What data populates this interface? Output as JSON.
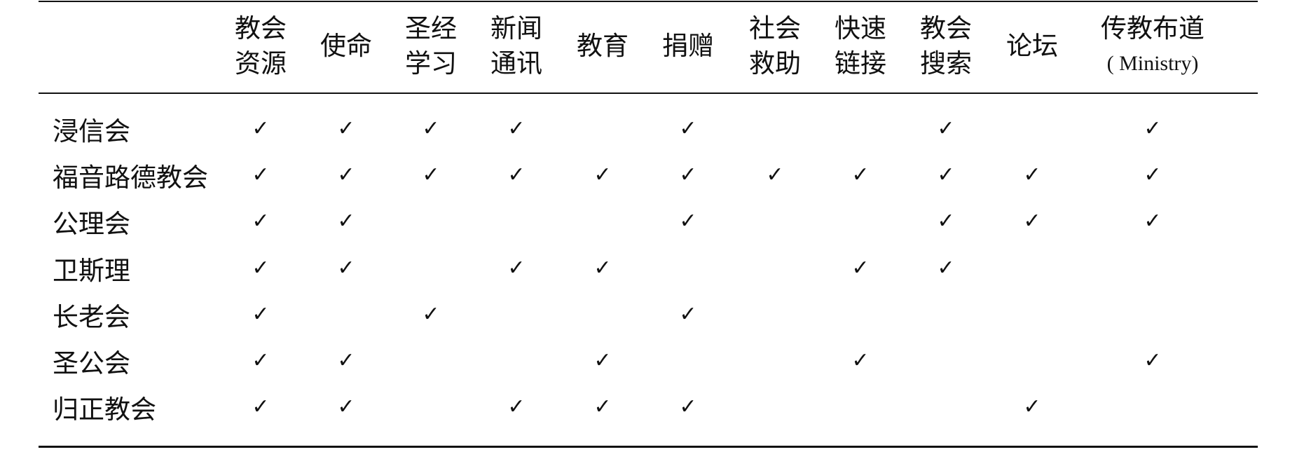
{
  "table": {
    "columns": [
      {
        "line1": "教会",
        "line2": "资源"
      },
      {
        "line1": "使命",
        "line2": ""
      },
      {
        "line1": "圣经",
        "line2": "学习"
      },
      {
        "line1": "新闻",
        "line2": "通讯"
      },
      {
        "line1": "教育",
        "line2": ""
      },
      {
        "line1": "捐赠",
        "line2": ""
      },
      {
        "line1": "社会",
        "line2": "救助"
      },
      {
        "line1": "快速",
        "line2": "链接"
      },
      {
        "line1": "教会",
        "line2": "搜索"
      },
      {
        "line1": "论坛",
        "line2": ""
      },
      {
        "line1": "传教布道",
        "line2": "( Ministry)"
      }
    ],
    "check_symbol": "✓",
    "rows": [
      {
        "label": "浸信会",
        "checks": [
          1,
          1,
          1,
          1,
          0,
          1,
          0,
          0,
          1,
          0,
          1
        ]
      },
      {
        "label": "福音路德教会",
        "checks": [
          1,
          1,
          1,
          1,
          1,
          1,
          1,
          1,
          1,
          1,
          1
        ]
      },
      {
        "label": "公理会",
        "checks": [
          1,
          1,
          0,
          0,
          0,
          1,
          0,
          0,
          1,
          1,
          1
        ]
      },
      {
        "label": "卫斯理",
        "checks": [
          1,
          1,
          0,
          1,
          1,
          0,
          0,
          1,
          1,
          0,
          0
        ]
      },
      {
        "label": "长老会",
        "checks": [
          1,
          0,
          1,
          0,
          0,
          1,
          0,
          0,
          0,
          0,
          0
        ]
      },
      {
        "label": "圣公会",
        "checks": [
          1,
          1,
          0,
          0,
          1,
          0,
          0,
          1,
          0,
          0,
          1
        ]
      },
      {
        "label": "归正教会",
        "checks": [
          1,
          1,
          0,
          1,
          1,
          1,
          0,
          0,
          0,
          1,
          0
        ]
      }
    ]
  }
}
